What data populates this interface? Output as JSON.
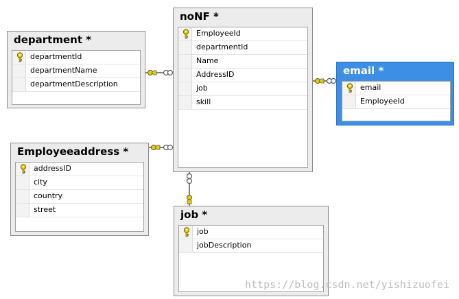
{
  "tables": [
    {
      "title": "department *",
      "columns": [
        {
          "name": "departmentId",
          "key": true
        },
        {
          "name": "departmentName",
          "key": false
        },
        {
          "name": "departmentDescription",
          "key": false
        }
      ]
    },
    {
      "title": "noNF *",
      "columns": [
        {
          "name": "EmployeeId",
          "key": true
        },
        {
          "name": "departmentId",
          "key": false
        },
        {
          "name": "Name",
          "key": false
        },
        {
          "name": "AddressID",
          "key": false
        },
        {
          "name": "job",
          "key": false
        },
        {
          "name": "skill",
          "key": false
        }
      ]
    },
    {
      "title": "email *",
      "selected": true,
      "columns": [
        {
          "name": "email",
          "key": true
        },
        {
          "name": "EmployeeId",
          "key": false
        }
      ]
    },
    {
      "title": "Employeeaddress *",
      "columns": [
        {
          "name": "addressID",
          "key": true
        },
        {
          "name": "city",
          "key": false
        },
        {
          "name": "country",
          "key": false
        },
        {
          "name": "street",
          "key": false
        }
      ]
    },
    {
      "title": "job *",
      "columns": [
        {
          "name": "job",
          "key": true
        },
        {
          "name": "jobDescription",
          "key": false
        }
      ]
    }
  ],
  "colors": {
    "key": "#e8d000",
    "connector": "#555555",
    "selected_header": "#3d8fe6"
  },
  "watermark": "https://blog.csdn.net/yishizuofei"
}
